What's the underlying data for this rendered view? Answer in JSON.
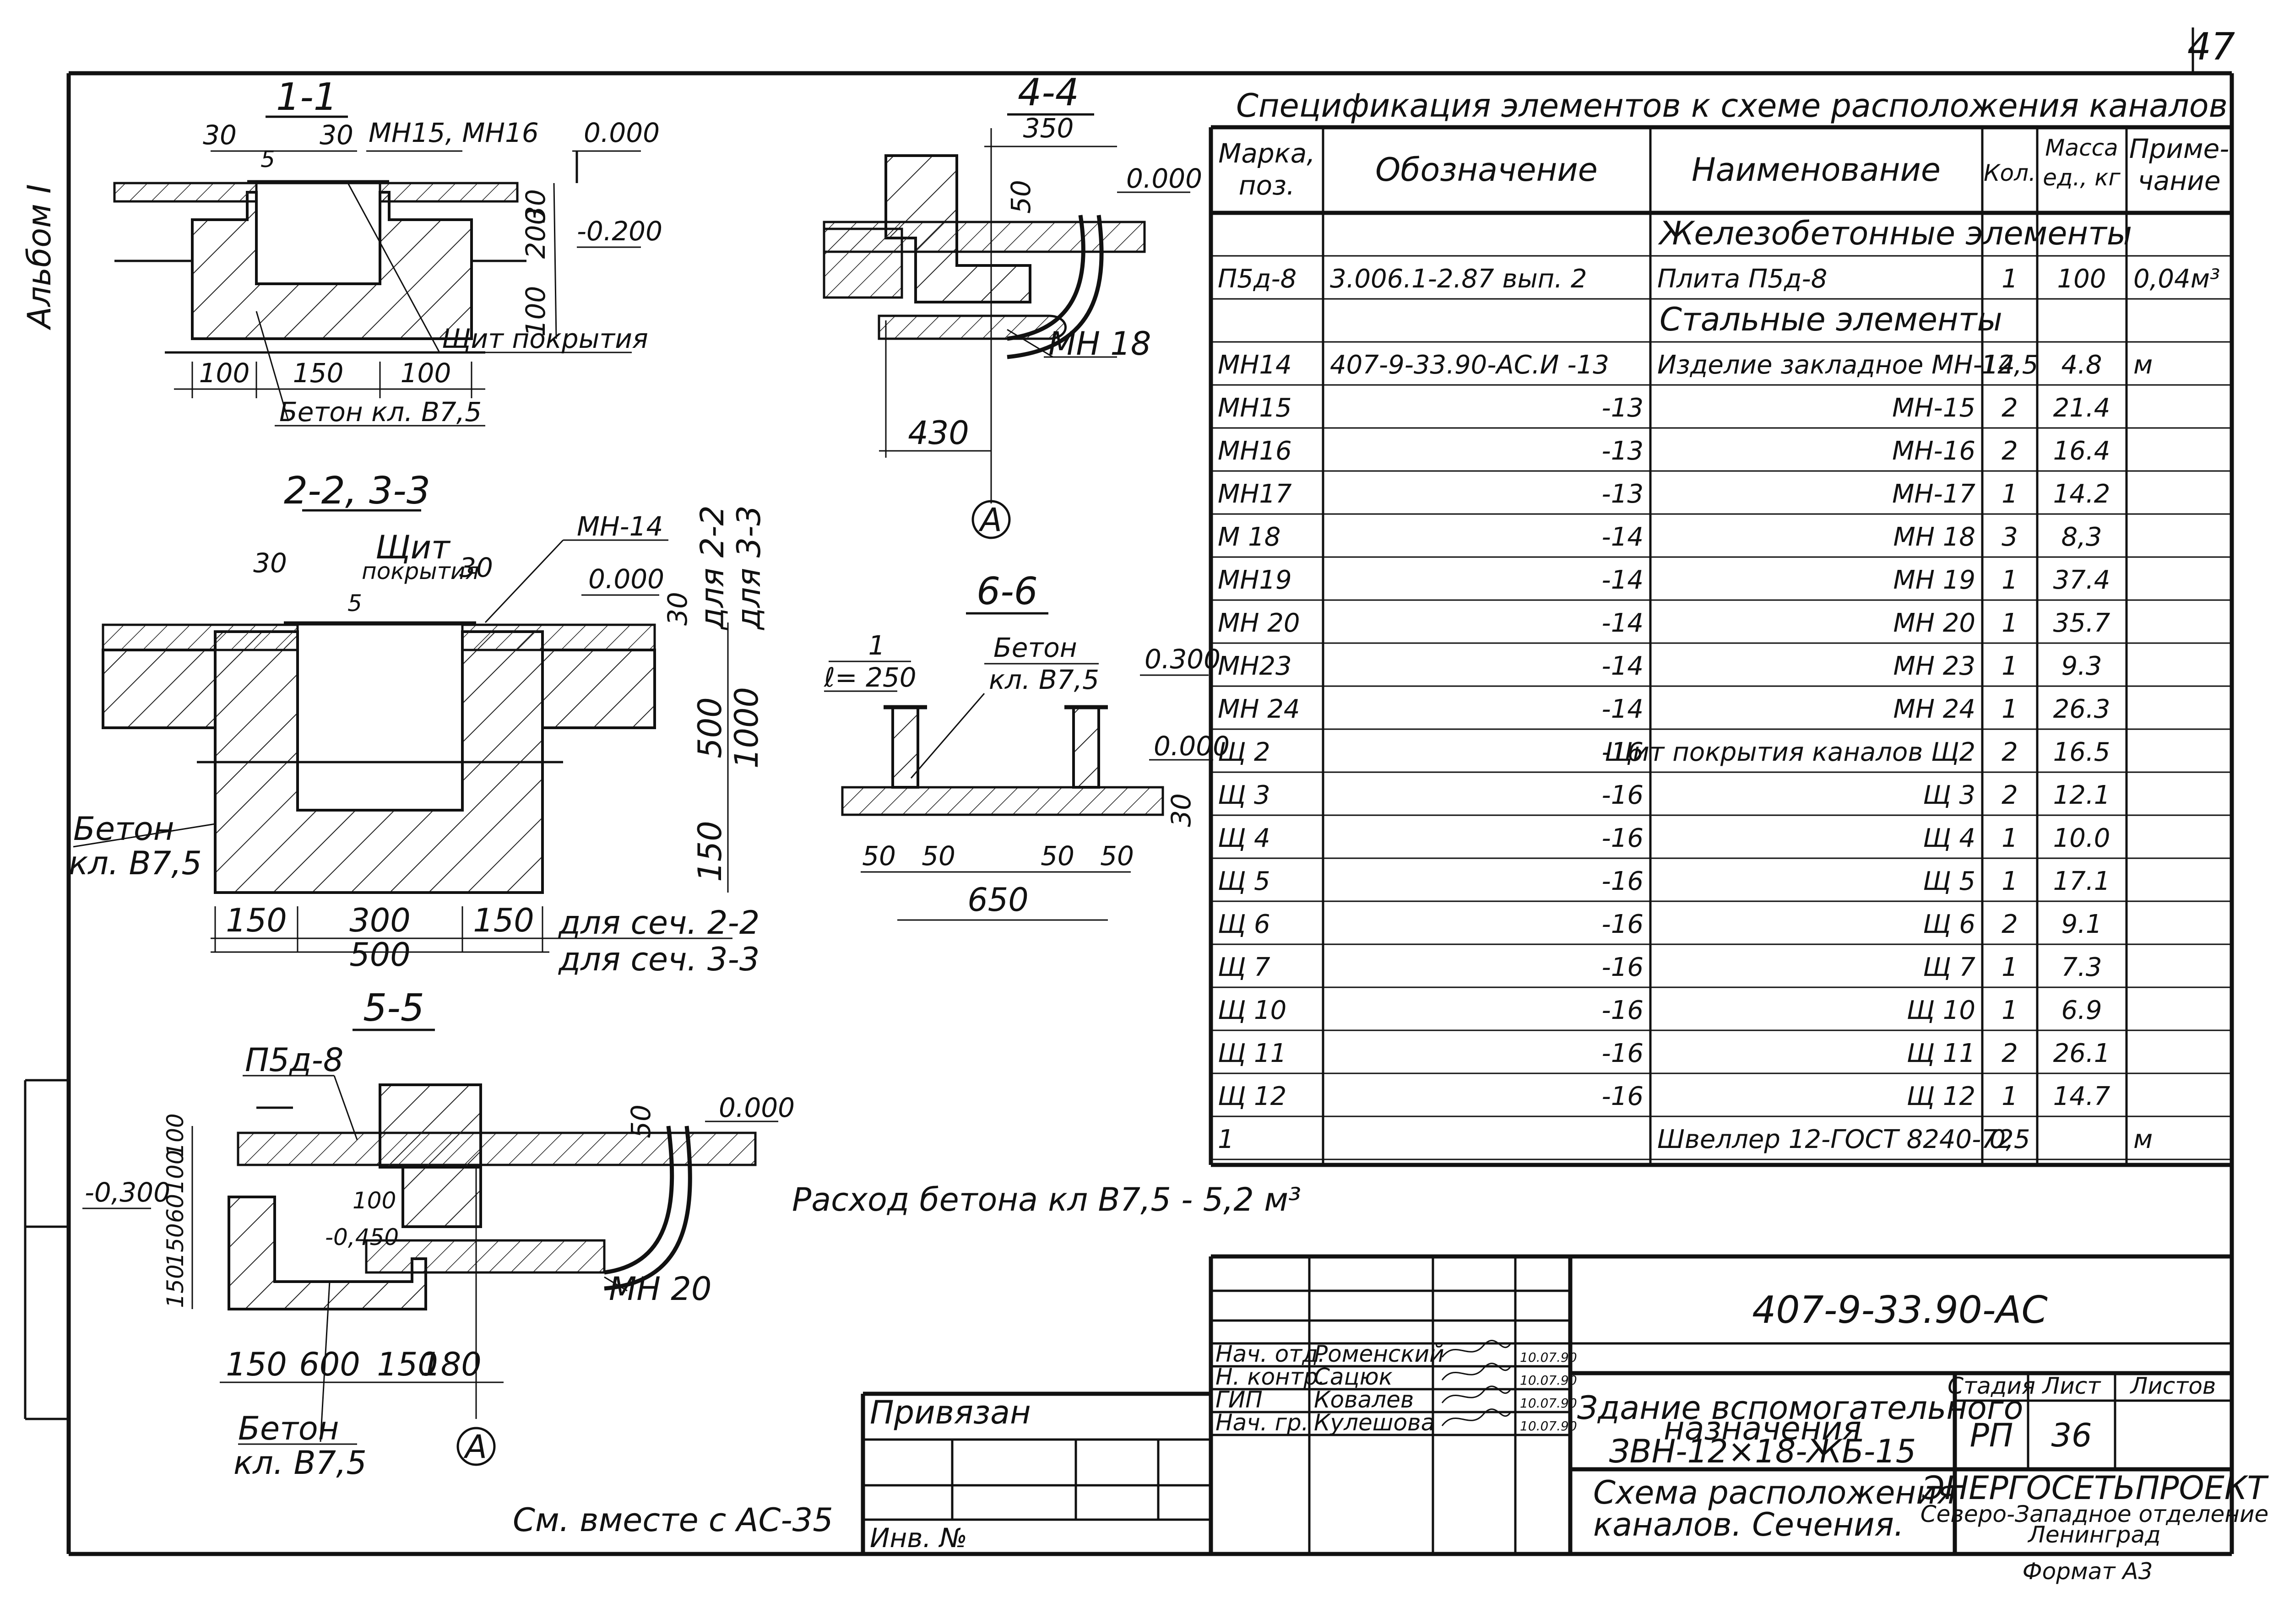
{
  "page_number": "47",
  "album_label": "Альбом I",
  "sections": {
    "s11": {
      "title": "1-1",
      "dims_top": [
        "30",
        "5",
        "30"
      ],
      "marks": "МН15, МН16",
      "level_zero": "0.000",
      "dims_right": [
        "30",
        "200",
        "100"
      ],
      "level_low": "-0.200",
      "cover_label": "Щит покрытия",
      "dims_bottom": [
        "100",
        "150",
        "100"
      ],
      "concrete": "Бетон кл. В7,5"
    },
    "s22": {
      "title": "2-2, 3-3",
      "mark": "МН-14",
      "shield_label": "Щит",
      "shield_label2": "покрытия",
      "dims_top": [
        "30",
        "30",
        "5"
      ],
      "level_zero": "0.000",
      "dim_30": "30",
      "for_22": "для 2-2",
      "for_33": "для 3-3",
      "dim_500": "500",
      "dim_1000": "1000",
      "dim_150": "150",
      "concrete1": "Бетон",
      "concrete2": "кл. В7,5",
      "dims_bottom": [
        "150",
        "300",
        "150"
      ],
      "dim_500b": "500",
      "note_22": "для сеч. 2-2",
      "note_33": "для сеч. 3-3"
    },
    "s44": {
      "title": "4-4",
      "dim_350": "350",
      "dim_50": "50",
      "level_zero": "0.000",
      "mark": "МН 18",
      "dim_430": "430",
      "axis": "А"
    },
    "s66": {
      "title": "6-6",
      "pos": "1",
      "len": "ℓ= 250",
      "concrete1": "Бетон",
      "concrete2": "кл. В7,5",
      "level_300": "0.300",
      "level_zero": "0.000",
      "dim_30": "30",
      "dims_bottom": [
        "50",
        "50",
        "50",
        "50"
      ],
      "dim_650": "650"
    },
    "s55": {
      "title": "5-5",
      "mark_plate": "П5д-8",
      "level_zero": "0.000",
      "dim_50": "50",
      "level_m300": "-0,300",
      "dims_left": [
        "100",
        "100",
        "60",
        "150",
        "150"
      ],
      "dim_100": "100",
      "level_m450": "-0,450",
      "mark": "МН 20",
      "dims_bottom": [
        "150",
        "600",
        "150",
        "180"
      ],
      "concrete1": "Бетон",
      "concrete2": "кл. В7,5",
      "axis": "А"
    }
  },
  "notes": {
    "concrete_usage": "Расход бетона кл В7,5 - 5,2 м³",
    "see_also": "См. вместе с АС-35"
  },
  "spec": {
    "title": "Спецификация элементов к схеме расположения каналов",
    "headers": [
      "Марка, поз.",
      "Обозначение",
      "Наименование",
      "Кол.",
      "Масса ед., кг",
      "Приме- чание"
    ],
    "rows": [
      {
        "type": "group",
        "name": "Железобетонные элементы"
      },
      {
        "mark": "П5д-8",
        "code": "3.006.1-2.87 вып. 2",
        "name": "Плита П5д-8",
        "qty": "1",
        "mass": "100",
        "note": "0,04м³"
      },
      {
        "type": "group",
        "name": "Стальные элементы"
      },
      {
        "mark": "МН14",
        "code": "407-9-33.90-АС.И -13",
        "name": "Изделие закладное МН-14",
        "qty": "12,5",
        "mass": "4.8",
        "note": "м"
      },
      {
        "mark": "МН15",
        "code": "-13",
        "name": "МН-15",
        "qty": "2",
        "mass": "21.4",
        "note": ""
      },
      {
        "mark": "МН16",
        "code": "-13",
        "name": "МН-16",
        "qty": "2",
        "mass": "16.4",
        "note": ""
      },
      {
        "mark": "МН17",
        "code": "-13",
        "name": "МН-17",
        "qty": "1",
        "mass": "14.2",
        "note": ""
      },
      {
        "mark": "М 18",
        "code": "-14",
        "name": "МН 18",
        "qty": "3",
        "mass": "8,3",
        "note": ""
      },
      {
        "mark": "МН19",
        "code": "-14",
        "name": "МН 19",
        "qty": "1",
        "mass": "37.4",
        "note": ""
      },
      {
        "mark": "МН 20",
        "code": "-14",
        "name": "МН 20",
        "qty": "1",
        "mass": "35.7",
        "note": ""
      },
      {
        "mark": "МН23",
        "code": "-14",
        "name": "МН 23",
        "qty": "1",
        "mass": "9.3",
        "note": ""
      },
      {
        "mark": "МН 24",
        "code": "-14",
        "name": "МН 24",
        "qty": "1",
        "mass": "26.3",
        "note": ""
      },
      {
        "mark": "Щ 2",
        "code": "-16",
        "name": "Щит покрытия каналов Щ2",
        "qty": "2",
        "mass": "16.5",
        "note": ""
      },
      {
        "mark": "Щ 3",
        "code": "-16",
        "name": "Щ 3",
        "qty": "2",
        "mass": "12.1",
        "note": ""
      },
      {
        "mark": "Щ 4",
        "code": "-16",
        "name": "Щ 4",
        "qty": "1",
        "mass": "10.0",
        "note": ""
      },
      {
        "mark": "Щ 5",
        "code": "-16",
        "name": "Щ 5",
        "qty": "1",
        "mass": "17.1",
        "note": ""
      },
      {
        "mark": "Щ 6",
        "code": "-16",
        "name": "Щ 6",
        "qty": "2",
        "mass": "9.1",
        "note": ""
      },
      {
        "mark": "Щ 7",
        "code": "-16",
        "name": "Щ 7",
        "qty": "1",
        "mass": "7.3",
        "note": ""
      },
      {
        "mark": "Щ 10",
        "code": "-16",
        "name": "Щ 10",
        "qty": "1",
        "mass": "6.9",
        "note": ""
      },
      {
        "mark": "Щ 11",
        "code": "-16",
        "name": "Щ 11",
        "qty": "2",
        "mass": "26.1",
        "note": ""
      },
      {
        "mark": "Щ 12",
        "code": "-16",
        "name": "Щ 12",
        "qty": "1",
        "mass": "14.7",
        "note": ""
      },
      {
        "mark": "1",
        "code": "",
        "name": "Швеллер 12-ГОСТ 8240-72",
        "qty": "0,5",
        "mass": "",
        "note": "м"
      }
    ]
  },
  "title_block": {
    "doc_code": "407-9-33.90-АС",
    "privyazan": "Привязан",
    "inv": "Инв. №",
    "people": [
      {
        "role": "Нач. отд.",
        "name": "Роменский",
        "date": "10.07.90"
      },
      {
        "role": "Н. контр.",
        "name": "Сацюк",
        "date": "10.07.90"
      },
      {
        "role": "ГИП",
        "name": "Ковалев",
        "date": "10.07.90"
      },
      {
        "role": "Нач. гр.",
        "name": "Кулешова",
        "date": "10.07.90"
      }
    ],
    "building_1": "Здание вспомогательного",
    "building_2": "назначения",
    "building_3": "ЗВН-12×18-ЖБ-15",
    "sheet_title_1": "Схема расположения",
    "sheet_title_2": "каналов. Сечения.",
    "stage_label": "Стадия",
    "sheet_label": "Лист",
    "sheets_label": "Листов",
    "stage": "РП",
    "sheet": "36",
    "org_1": "ЭНЕРГОСЕТЬПРОЕКТ",
    "org_2": "Северо-Западное отделение",
    "org_3": "Ленинград",
    "format": "Формат А3"
  }
}
